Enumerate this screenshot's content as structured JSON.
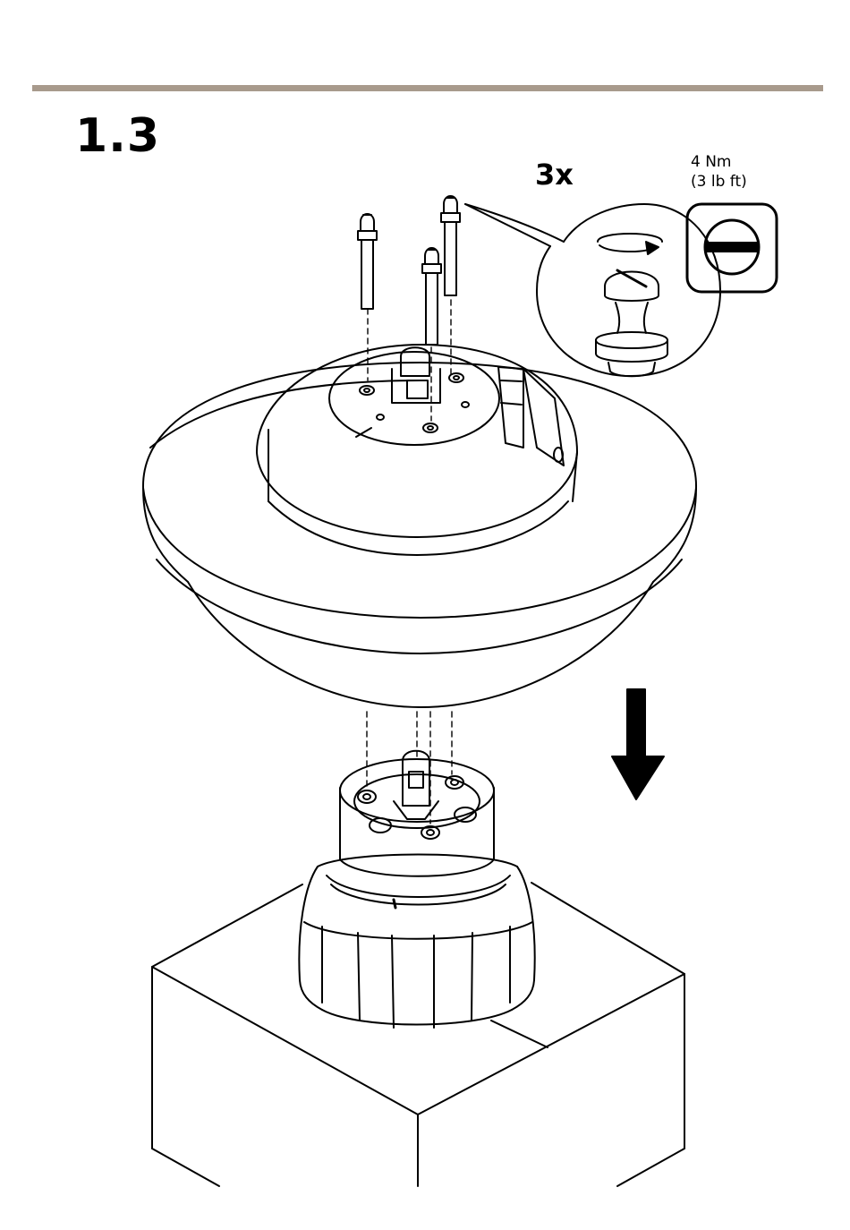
{
  "step": {
    "number": "1.3"
  },
  "callout": {
    "count": "3x",
    "torque_nm": "4 Nm",
    "torque_lbft": "(3 lb ft)"
  },
  "icons": {
    "tool": "flat-screwdriver-icon",
    "direction": "arrow-down-icon",
    "rotation": "rotate-clockwise-icon"
  },
  "colors": {
    "rule": "#a89a8c",
    "line": "#000000",
    "background": "#ffffff"
  }
}
